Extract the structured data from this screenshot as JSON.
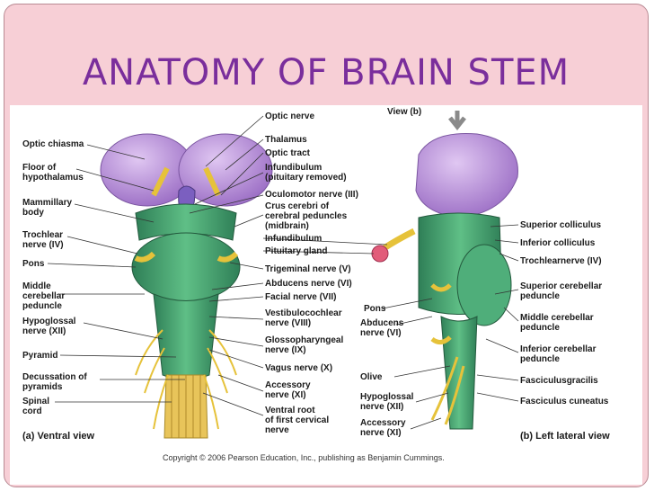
{
  "title": "ANATOMY OF BRAIN STEM",
  "ventral_view": {
    "caption": "(a)  Ventral view",
    "left_labels": [
      "Optic chiasma",
      "Floor of\nhypothalamus",
      "Mammillary\nbody",
      "Trochlear\nnerve (IV)",
      "Pons",
      "Middle\ncerebellar\npeduncle",
      "Hypoglossal\nnerve (XII)",
      "Pyramid",
      "Decussation of\npyramids",
      "Spinal\ncord"
    ],
    "right_labels": [
      "Optic nerve",
      "Thalamus",
      "Optic tract",
      "Infundibulum\n(pituitary removed)",
      "Oculomotor nerve (III)",
      "Crus cerebri of\ncerebral peduncles\n(midbrain)",
      "Infundibulum",
      "Pituitary gland",
      "Trigeminal nerve (V)",
      "Abducens nerve (VI)",
      "Facial nerve (VII)",
      "Vestibulocochlear\nnerve (VIII)",
      "Glossopharyngeal\nnerve (IX)",
      "Vagus nerve (X)",
      "Accessory\nnerve (XI)",
      "Ventral root\nof first cervical\nnerve"
    ]
  },
  "lateral_view": {
    "caption": "(b)  Left lateral view",
    "view_marker": "View (b)",
    "left_labels": [
      "Pons",
      "Abducens\nnerve (VI)",
      "Olive",
      "Hypoglossal\nnerve (XII)",
      "Accessory\nnerve (XI)"
    ],
    "right_labels": [
      "Superior colliculus",
      "Inferior colliculus",
      "Trochlearnerve (IV)",
      "Superior cerebellar\npeduncle",
      "Middle cerebellar\npeduncle",
      "Inferior cerebellar\npeduncle",
      "Fasciculusgracilis",
      "Fasciculus cuneatus"
    ]
  },
  "copyright": "Copyright © 2006 Pearson Education, Inc., publishing as Benjamin Cummings.",
  "colors": {
    "title": "#7a2e9c",
    "slide_bg": "#f7cfd6",
    "brainstem": "#3f9a6c",
    "thalamus": "#b48ad6",
    "nerve": "#e6c23a"
  }
}
